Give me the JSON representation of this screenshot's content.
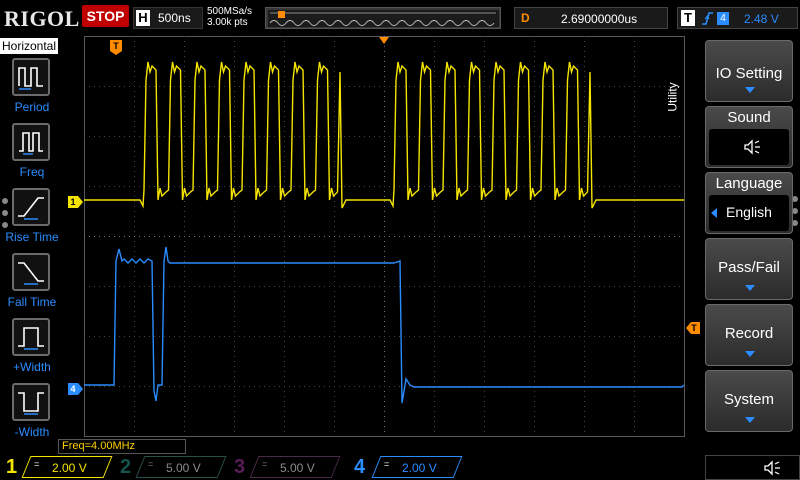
{
  "header": {
    "brand": "RIGOL",
    "run_state": "STOP",
    "timebase_label": "H",
    "timebase_value": "500ns",
    "sample_rate": "500MSa/s",
    "memory_depth": "3.00k pts",
    "delay_label": "D",
    "delay_value": "2.69000000us",
    "trigger_label": "T",
    "trigger_edge": "rising-edge-icon",
    "trigger_source": "4",
    "trigger_level": "2.48 V"
  },
  "measure_panel": {
    "title": "Horizontal",
    "items": [
      {
        "label": "Period",
        "icon": "period-icon"
      },
      {
        "label": "Freq",
        "icon": "frequency-icon"
      },
      {
        "label": "Rise Time",
        "icon": "rise-time-icon"
      },
      {
        "label": "Fall Time",
        "icon": "fall-time-icon"
      },
      {
        "label": "+Width",
        "icon": "positive-width-icon"
      },
      {
        "label": "-Width",
        "icon": "negative-width-icon"
      }
    ]
  },
  "measurement_readout": "Freq=4.00MHz",
  "markers": {
    "ch1": "1",
    "ch4": "4",
    "trigger_pos": "T"
  },
  "right_menu": {
    "section": "Utility",
    "io_setting": "IO Setting",
    "sound": "Sound",
    "language": "Language",
    "language_value": "English",
    "pass_fail": "Pass/Fail",
    "record": "Record",
    "system": "System"
  },
  "channels": [
    {
      "num": "1",
      "coupling": "=",
      "scale": "2.00 V",
      "color": "#f5e400",
      "active": true
    },
    {
      "num": "2",
      "coupling": "=",
      "scale": "5.00 V",
      "color": "#2fb8a8",
      "active": false
    },
    {
      "num": "3",
      "coupling": "=",
      "scale": "5.00 V",
      "color": "#c040c0",
      "active": false
    },
    {
      "num": "4",
      "coupling": "=",
      "scale": "2.00 V",
      "color": "#2a8cff",
      "active": true
    }
  ],
  "colors": {
    "ch1": "#f5e400",
    "ch4": "#2a8cff",
    "trigger": "#ff8c00",
    "grid": "#5a5a5a"
  }
}
